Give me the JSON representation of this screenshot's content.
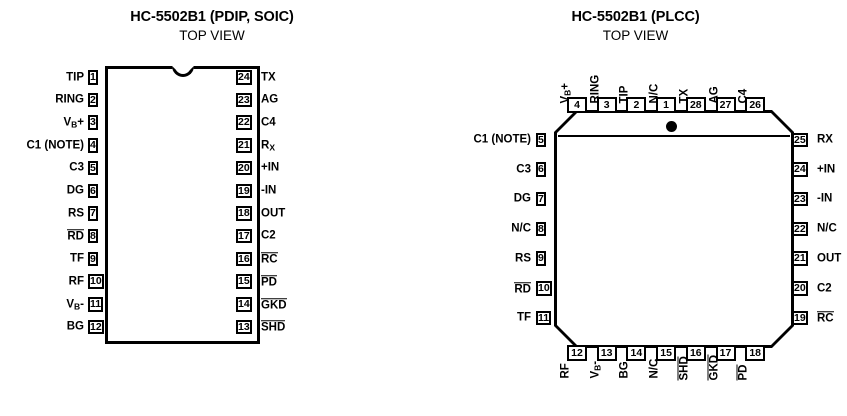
{
  "diagram": {
    "kind": "ic-pinout-diagram",
    "device": "HC-5502B1"
  },
  "packages": [
    {
      "id": "pdip-soic",
      "title": "HC-5502B1 (PDIP, SOIC)",
      "subtitle": "TOP VIEW",
      "body_marker": "notch",
      "pin_count": 24,
      "left_pins": [
        {
          "number": "1",
          "label": "TIP",
          "overbar": false
        },
        {
          "number": "2",
          "label": "RING",
          "overbar": false
        },
        {
          "number": "3",
          "label": "VB+",
          "overbar": false,
          "base": "V",
          "sub": "B",
          "post": "+"
        },
        {
          "number": "4",
          "label": "C1 (NOTE)",
          "overbar": false
        },
        {
          "number": "5",
          "label": "C3",
          "overbar": false
        },
        {
          "number": "6",
          "label": "DG",
          "overbar": false
        },
        {
          "number": "7",
          "label": "RS",
          "overbar": false
        },
        {
          "number": "8",
          "label": "RD",
          "overbar": true
        },
        {
          "number": "9",
          "label": "TF",
          "overbar": false
        },
        {
          "number": "10",
          "label": "RF",
          "overbar": false
        },
        {
          "number": "11",
          "label": "VB-",
          "overbar": false,
          "base": "V",
          "sub": "B",
          "post": "-"
        },
        {
          "number": "12",
          "label": "BG",
          "overbar": false
        }
      ],
      "right_pins": [
        {
          "number": "24",
          "label": "TX",
          "overbar": false
        },
        {
          "number": "23",
          "label": "AG",
          "overbar": false
        },
        {
          "number": "22",
          "label": "C4",
          "overbar": false
        },
        {
          "number": "21",
          "label": "RX",
          "overbar": false,
          "base": "R",
          "sub": "X",
          "post": ""
        },
        {
          "number": "20",
          "label": "+IN",
          "overbar": false
        },
        {
          "number": "19",
          "label": "-IN",
          "overbar": false
        },
        {
          "number": "18",
          "label": "OUT",
          "overbar": false
        },
        {
          "number": "17",
          "label": "C2",
          "overbar": false
        },
        {
          "number": "16",
          "label": "RC",
          "overbar": true
        },
        {
          "number": "15",
          "label": "PD",
          "overbar": true
        },
        {
          "number": "14",
          "label": "GKD",
          "overbar": true
        },
        {
          "number": "13",
          "label": "SHD",
          "overbar": true
        }
      ]
    },
    {
      "id": "plcc",
      "title": "HC-5502B1 (PLCC)",
      "subtitle": "TOP VIEW",
      "body_marker": "dot",
      "pin_count": 28,
      "top_pins": [
        {
          "number": "4",
          "label": "VB+",
          "overbar": false,
          "base": "V",
          "sub": "B",
          "post": "+"
        },
        {
          "number": "3",
          "label": "RING",
          "overbar": false
        },
        {
          "number": "2",
          "label": "TIP",
          "overbar": false
        },
        {
          "number": "1",
          "label": "N/C",
          "overbar": false
        },
        {
          "number": "28",
          "label": "TX",
          "overbar": false
        },
        {
          "number": "27",
          "label": "AG",
          "overbar": false
        },
        {
          "number": "26",
          "label": "C4",
          "overbar": false
        }
      ],
      "left_pins": [
        {
          "number": "5",
          "label": "C1 (NOTE)",
          "overbar": false
        },
        {
          "number": "6",
          "label": "C3",
          "overbar": false
        },
        {
          "number": "7",
          "label": "DG",
          "overbar": false
        },
        {
          "number": "8",
          "label": "N/C",
          "overbar": false
        },
        {
          "number": "9",
          "label": "RS",
          "overbar": false
        },
        {
          "number": "10",
          "label": "RD",
          "overbar": true
        },
        {
          "number": "11",
          "label": "TF",
          "overbar": false
        }
      ],
      "right_pins": [
        {
          "number": "25",
          "label": "RX",
          "overbar": false
        },
        {
          "number": "24",
          "label": "+IN",
          "overbar": false
        },
        {
          "number": "23",
          "label": "-IN",
          "overbar": false
        },
        {
          "number": "22",
          "label": "N/C",
          "overbar": false
        },
        {
          "number": "21",
          "label": "OUT",
          "overbar": false
        },
        {
          "number": "20",
          "label": "C2",
          "overbar": false
        },
        {
          "number": "19",
          "label": "RC",
          "overbar": true
        }
      ],
      "bottom_pins": [
        {
          "number": "12",
          "label": "RF",
          "overbar": false
        },
        {
          "number": "13",
          "label": "VB-",
          "overbar": false,
          "base": "V",
          "sub": "B",
          "post": "-"
        },
        {
          "number": "14",
          "label": "BG",
          "overbar": false
        },
        {
          "number": "15",
          "label": "N/C",
          "overbar": false
        },
        {
          "number": "16",
          "label": "SHD",
          "overbar": true
        },
        {
          "number": "17",
          "label": "GKD",
          "overbar": true
        },
        {
          "number": "18",
          "label": "PD",
          "overbar": true
        }
      ]
    }
  ],
  "colors": {
    "ink": "#000000",
    "paper": "#ffffff"
  }
}
